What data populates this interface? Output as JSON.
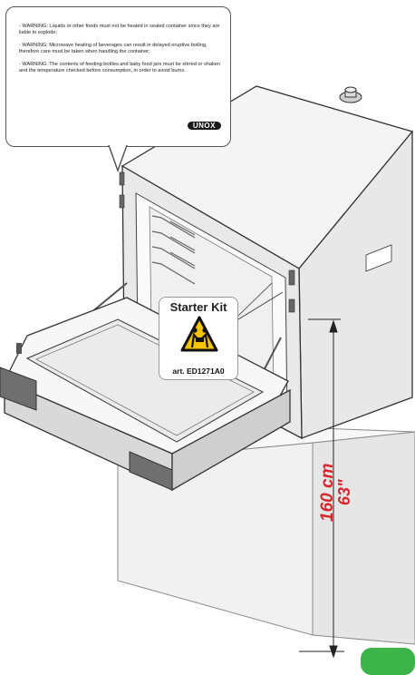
{
  "warning_box": {
    "warning_1": "- WARNING: Liquids or other foods must not be heated in sealed container since they are liable to explode;",
    "warning_2": "- WARNING: Microwave heating of beverages can result in delayed eruptive boiling, therefore care must be taken when handling the container;",
    "warning_3": "- WARNING: The contents of feeding bottles and baby food jars must be stirred or shaken and the temperature checked before consumption, in order to avoid burns.",
    "logo": "UNOX"
  },
  "starter_kit": {
    "title": "Starter Kit",
    "article": "art. ED1271A0",
    "sign_icon": "two-person-lift-warning-icon",
    "sign_color": "#f5c400"
  },
  "dimension": {
    "metric": "160 cm",
    "imperial": "63\"",
    "color": "#d8262c"
  },
  "colors": {
    "oven_body": "#ececec",
    "oven_top": "#f4f4f4",
    "door_trim": "#6f6f6f",
    "outline": "#333333",
    "stand": "#f0f0f0",
    "badge": "#3cb44a"
  }
}
